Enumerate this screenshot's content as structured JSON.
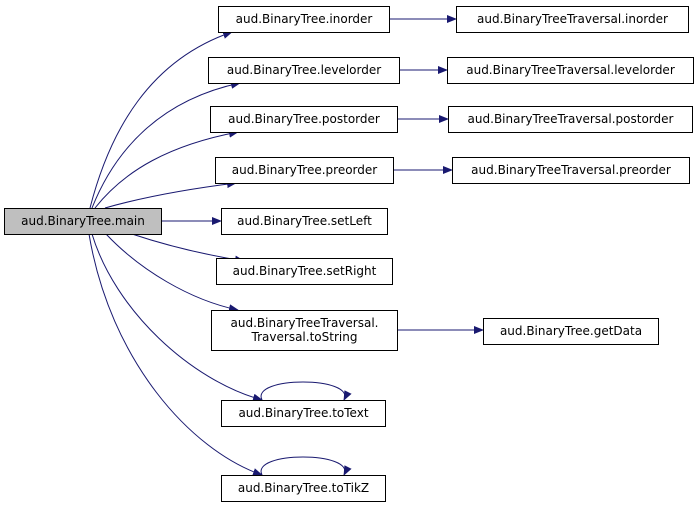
{
  "diagram": {
    "type": "call-graph",
    "colors": {
      "edge": "#191970",
      "node_border": "#000000",
      "node_fill": "#ffffff",
      "root_fill": "#bfbfbf",
      "text": "#000000"
    },
    "nodes": [
      {
        "id": "main",
        "lines": [
          "aud.BinaryTree.main"
        ],
        "root": true
      },
      {
        "id": "inorder",
        "lines": [
          "aud.BinaryTree.inorder"
        ]
      },
      {
        "id": "trav_inorder",
        "lines": [
          "aud.BinaryTreeTraversal.inorder"
        ]
      },
      {
        "id": "levelorder",
        "lines": [
          "aud.BinaryTree.levelorder"
        ]
      },
      {
        "id": "trav_levelorder",
        "lines": [
          "aud.BinaryTreeTraversal.levelorder"
        ]
      },
      {
        "id": "postorder",
        "lines": [
          "aud.BinaryTree.postorder"
        ]
      },
      {
        "id": "trav_postorder",
        "lines": [
          "aud.BinaryTreeTraversal.postorder"
        ]
      },
      {
        "id": "preorder",
        "lines": [
          "aud.BinaryTree.preorder"
        ]
      },
      {
        "id": "trav_preorder",
        "lines": [
          "aud.BinaryTreeTraversal.preorder"
        ]
      },
      {
        "id": "setLeft",
        "lines": [
          "aud.BinaryTree.setLeft"
        ]
      },
      {
        "id": "setRight",
        "lines": [
          "aud.BinaryTree.setRight"
        ]
      },
      {
        "id": "trav_toString",
        "lines": [
          "aud.BinaryTreeTraversal.",
          "Traversal.toString"
        ]
      },
      {
        "id": "getData",
        "lines": [
          "aud.BinaryTree.getData"
        ]
      },
      {
        "id": "toText",
        "lines": [
          "aud.BinaryTree.toText"
        ]
      },
      {
        "id": "toTikZ",
        "lines": [
          "aud.BinaryTree.toTikZ"
        ]
      }
    ],
    "edges": [
      {
        "from": "main",
        "to": "inorder"
      },
      {
        "from": "main",
        "to": "levelorder"
      },
      {
        "from": "main",
        "to": "postorder"
      },
      {
        "from": "main",
        "to": "preorder"
      },
      {
        "from": "main",
        "to": "setLeft"
      },
      {
        "from": "main",
        "to": "setRight"
      },
      {
        "from": "main",
        "to": "trav_toString"
      },
      {
        "from": "main",
        "to": "toText"
      },
      {
        "from": "main",
        "to": "toTikZ"
      },
      {
        "from": "inorder",
        "to": "trav_inorder"
      },
      {
        "from": "levelorder",
        "to": "trav_levelorder"
      },
      {
        "from": "postorder",
        "to": "trav_postorder"
      },
      {
        "from": "preorder",
        "to": "trav_preorder"
      },
      {
        "from": "trav_toString",
        "to": "getData"
      },
      {
        "from": "toText",
        "to": "toText"
      },
      {
        "from": "toTikZ",
        "to": "toTikZ"
      }
    ]
  }
}
